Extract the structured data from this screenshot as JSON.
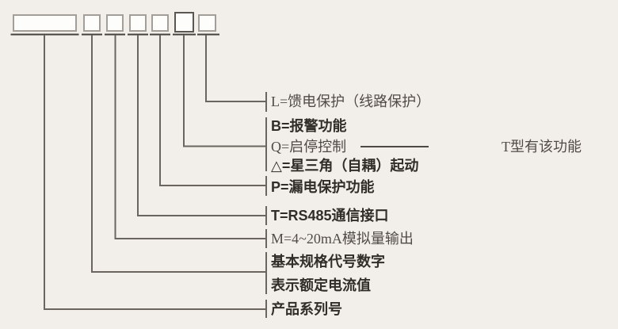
{
  "colors": {
    "background": "#f2efea",
    "connector_line": "#6b655f",
    "box_underline": "#44403c",
    "box_border": "#a49e98",
    "box_border_dark": "#5b5650",
    "label_bold_text": "#312d29",
    "label_serif_text": "#514b46"
  },
  "labels": {
    "feeder": "L=馈电保护（线路保护）",
    "alarm": "B=报警功能",
    "start_stop": "Q=启停控制",
    "star_delta": "△=星三角（自耦）起动",
    "leakage": "P=漏电保护功能",
    "comm": "T=RS485通信接口",
    "analog": "M=4~20mA模拟量输出",
    "spec_line1": "基本规格代号数字",
    "spec_line2": "表示额定电流值",
    "series": "产品系列号",
    "note": "T型有该功能"
  }
}
